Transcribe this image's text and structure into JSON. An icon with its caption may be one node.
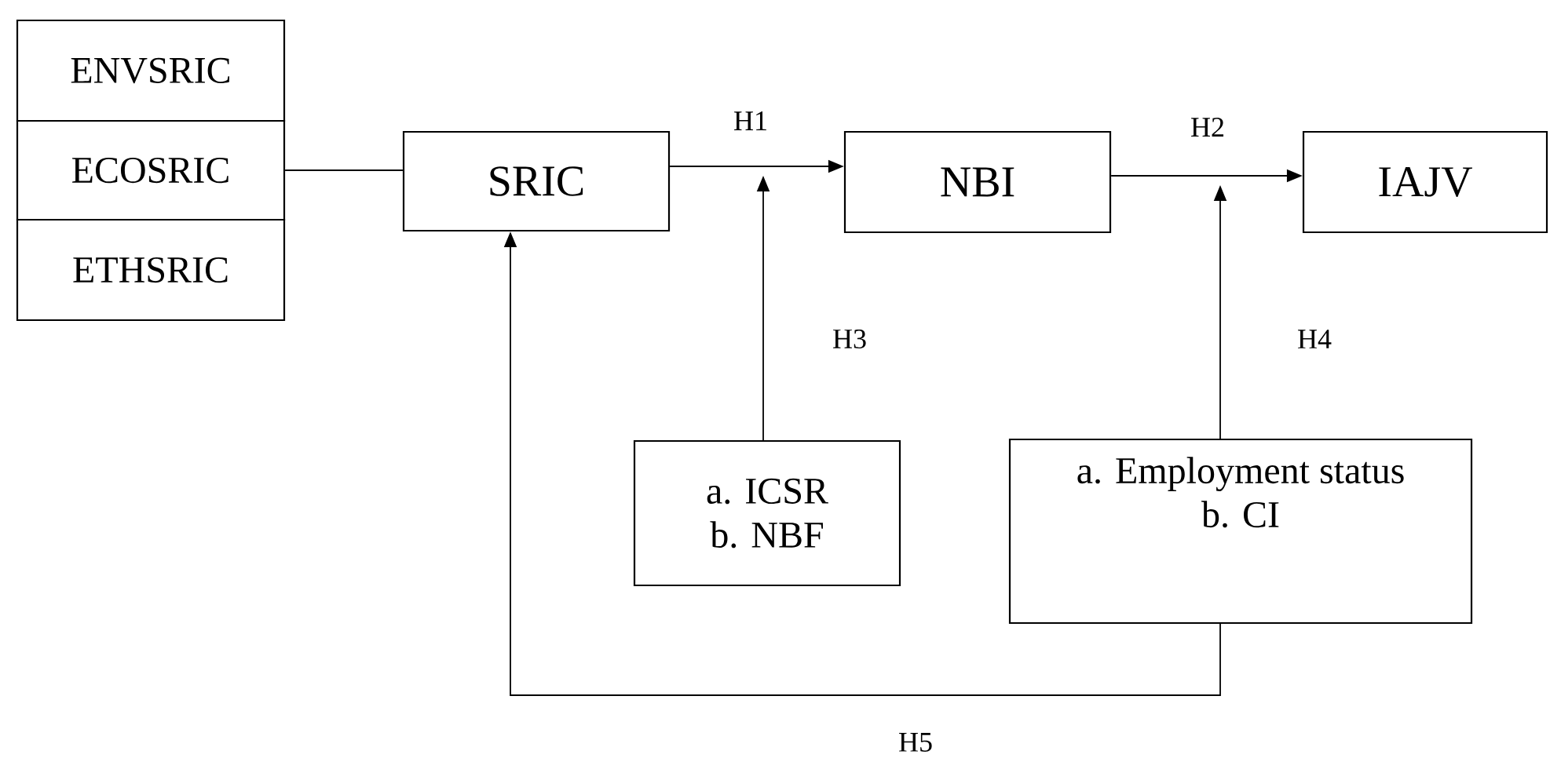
{
  "diagram": {
    "nodes": [
      {
        "text": [
          "ENVSRIC"
        ]
      },
      {
        "text": [
          "ECOSRIC"
        ]
      },
      {
        "text": [
          "ETHSRIC"
        ]
      },
      {
        "text": [
          "SRIC"
        ]
      },
      {
        "text": [
          "NBI"
        ]
      },
      {
        "text": [
          "IAJV"
        ]
      },
      {
        "text": [
          "a. ICSR",
          "b. NBF"
        ]
      },
      {
        "text": [
          "a. Employment status",
          "b. CI"
        ]
      }
    ],
    "edges": [
      {
        "from": 1,
        "to": 3,
        "arrow": "none"
      },
      {
        "from": 3,
        "to": 4,
        "arrow": "to",
        "label": "H1"
      },
      {
        "from": 4,
        "to": 5,
        "arrow": "to",
        "label": "H2"
      },
      {
        "from": 6,
        "to": null,
        "arrow": "to",
        "label": "H3"
      },
      {
        "from": 7,
        "to": null,
        "arrow": "to",
        "label": "H4"
      },
      {
        "from": 7,
        "to": 3,
        "arrow": "to",
        "label": "H5"
      }
    ]
  }
}
